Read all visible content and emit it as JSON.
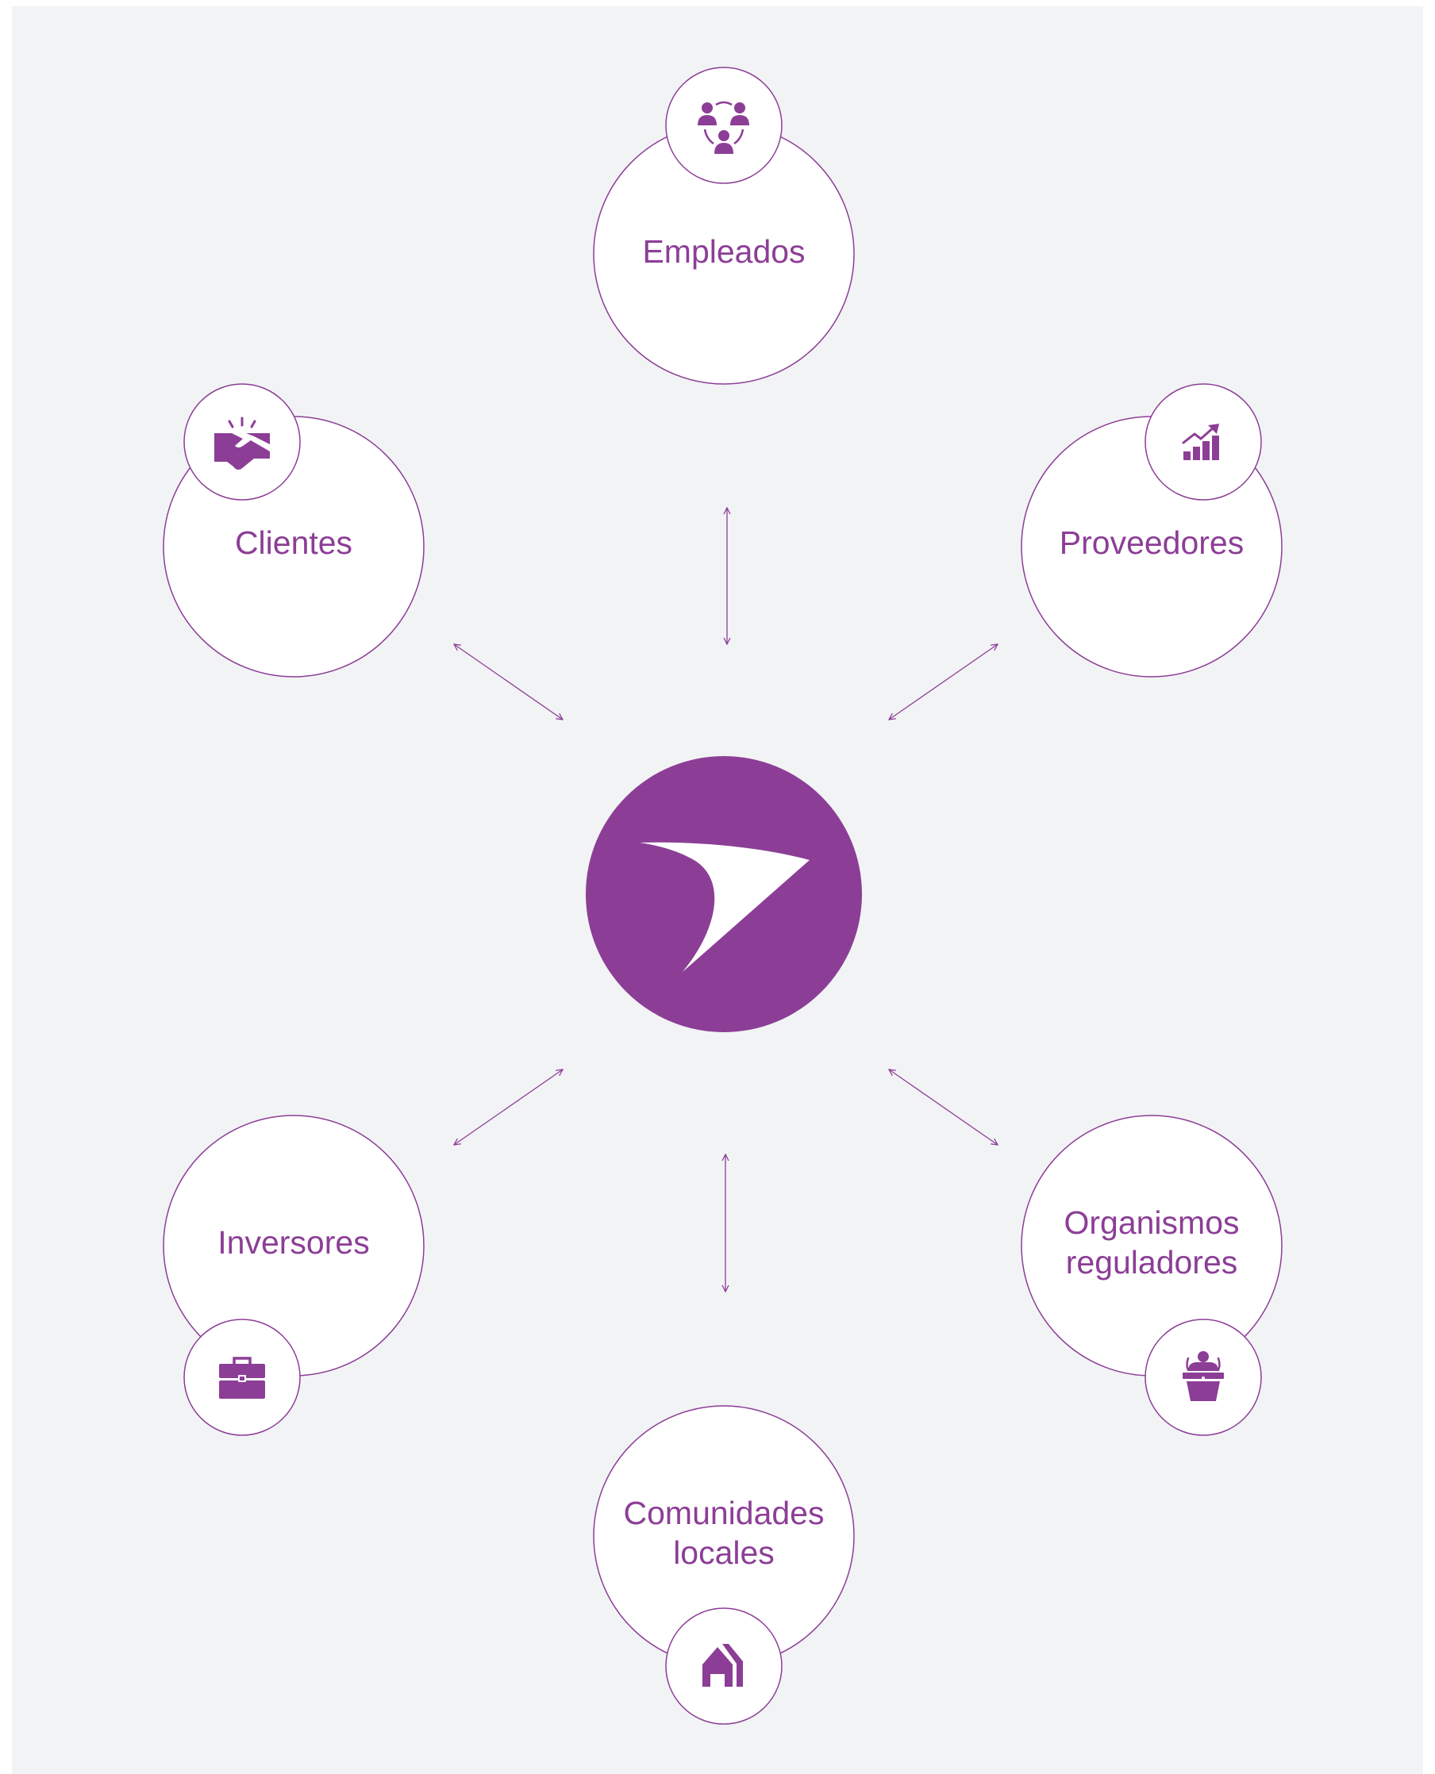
{
  "colors": {
    "background": "#f2f3f5",
    "accent": "#8c3e96",
    "circle_fill": "#ffffff"
  },
  "center": {
    "logo": "airline-swoosh-logo"
  },
  "nodes": [
    {
      "id": "empleados",
      "lines": [
        "Empleados"
      ],
      "icon": "people-network-icon"
    },
    {
      "id": "clientes",
      "lines": [
        "Clientes"
      ],
      "icon": "handshake-icon"
    },
    {
      "id": "proveedores",
      "lines": [
        "Proveedores"
      ],
      "icon": "growth-bar-chart-icon"
    },
    {
      "id": "inversores",
      "lines": [
        "Inversores"
      ],
      "icon": "briefcase-icon"
    },
    {
      "id": "organismos",
      "lines": [
        "Organismos",
        "reguladores"
      ],
      "icon": "speaker-podium-icon"
    },
    {
      "id": "comunidades",
      "lines": [
        "Comunidades",
        "locales"
      ],
      "icon": "houses-icon"
    }
  ],
  "connectors": [
    {
      "between": [
        "center",
        "empleados"
      ],
      "style": "double-arrow"
    },
    {
      "between": [
        "center",
        "clientes"
      ],
      "style": "double-arrow"
    },
    {
      "between": [
        "center",
        "proveedores"
      ],
      "style": "double-arrow"
    },
    {
      "between": [
        "center",
        "inversores"
      ],
      "style": "double-arrow"
    },
    {
      "between": [
        "center",
        "organismos"
      ],
      "style": "double-arrow"
    },
    {
      "between": [
        "center",
        "comunidades"
      ],
      "style": "double-arrow"
    }
  ]
}
